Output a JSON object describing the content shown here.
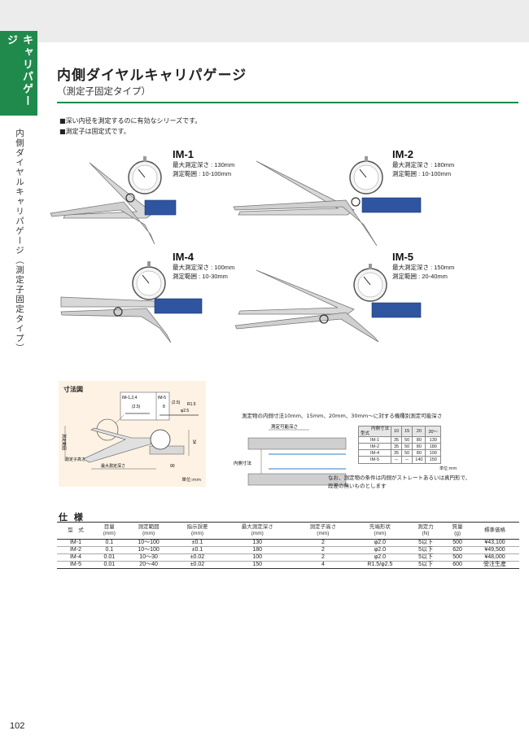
{
  "side": {
    "tab_label": "キャリパゲージ",
    "vertical_text": "内側ダイヤルキャリパゲージ（測定子固定タイプ）"
  },
  "header": {
    "title": "内側ダイヤルキャリパゲージ",
    "subtitle": "（測定子固定タイプ）"
  },
  "bullets": [
    "■深い内径を測定するのに有効なシリーズです。",
    "■測定子は固定式です。"
  ],
  "models": [
    {
      "name": "IM-1",
      "depth": "最大測定深さ : 130mm",
      "range": "測定範囲 : 10-100mm"
    },
    {
      "name": "IM-2",
      "depth": "最大測定深さ : 180mm",
      "range": "測定範囲 : 10-100mm"
    },
    {
      "name": "IM-4",
      "depth": "最大測定深さ : 100mm",
      "range": "測定範囲 : 10-30mm"
    },
    {
      "name": "IM-5",
      "depth": "最大測定深さ : 150mm",
      "range": "測定範囲 : 20-40mm"
    }
  ],
  "dimension_diagram": {
    "caption": "寸法図",
    "label_im124": "IM-1,2,4",
    "label_im5": "IM-5",
    "dim_25a": "(2.5)",
    "dim_25b": "(2.5)",
    "dim_r15": "R1.5",
    "dim_phi25": "φ2.5",
    "dim_8": "8",
    "label_range": "測定範囲",
    "label_tip_height": "測定子高さ",
    "label_max_depth": "最大測定深さ",
    "dim_90": "90",
    "dim_34": "34",
    "unit": "単位:mm"
  },
  "depth_note": {
    "title": "測定物の内側寸法10mm、15mm、20mm、30mm～に対する機種別測定可能深さ",
    "label_depth": "測定可能深さ",
    "label_inner": "内側寸法",
    "table": {
      "corner_top": "内側寸法",
      "corner_bottom": "型式",
      "columns": [
        "10",
        "15",
        "20",
        "30～"
      ],
      "rows": [
        {
          "model": "IM-1",
          "values": [
            "35",
            "50",
            "80",
            "130"
          ]
        },
        {
          "model": "IM-2",
          "values": [
            "35",
            "50",
            "80",
            "180"
          ]
        },
        {
          "model": "IM-4",
          "values": [
            "35",
            "50",
            "80",
            "100"
          ]
        },
        {
          "model": "IM-5",
          "values": [
            "－",
            "－",
            "140",
            "150"
          ]
        }
      ],
      "unit": "単位:mm"
    },
    "note": "なお、測定物の条件は内側がストレートあるいは真円形で、段差の無いものとします"
  },
  "spec": {
    "title": "仕 様",
    "headers": [
      [
        "型　式",
        ""
      ],
      [
        "目量",
        "(mm)"
      ],
      [
        "測定範囲",
        "(mm)"
      ],
      [
        "指示誤差",
        "(mm)"
      ],
      [
        "最大測定深さ",
        "(mm)"
      ],
      [
        "測定子高さ",
        "(mm)"
      ],
      [
        "先端形状",
        "(mm)"
      ],
      [
        "測定力",
        "(N)"
      ],
      [
        "質量",
        "(g)"
      ],
      [
        "標準価格",
        ""
      ]
    ],
    "rows": [
      [
        "IM-1",
        "0.1",
        "10～100",
        "±0.1",
        "130",
        "2",
        "φ2.0",
        "5以下",
        "500",
        "¥43,100"
      ],
      [
        "IM-2",
        "0.1",
        "10～100",
        "±0.1",
        "180",
        "2",
        "φ2.0",
        "5以下",
        "620",
        "¥49,500"
      ],
      [
        "IM-4",
        "0.01",
        "10～30",
        "±0.02",
        "100",
        "2",
        "φ2.0",
        "5以下",
        "500",
        "¥48,000"
      ],
      [
        "IM-5",
        "0.01",
        "20～40",
        "±0.02",
        "150",
        "4",
        "R1.5/φ2.5",
        "5以下",
        "600",
        "受注生産"
      ]
    ]
  },
  "page_number": "102",
  "colors": {
    "accent": "#1f8a4c",
    "band": "#ececec",
    "diagram_bg": "#fdf2e4",
    "gauge_body": "#2f55a0"
  }
}
